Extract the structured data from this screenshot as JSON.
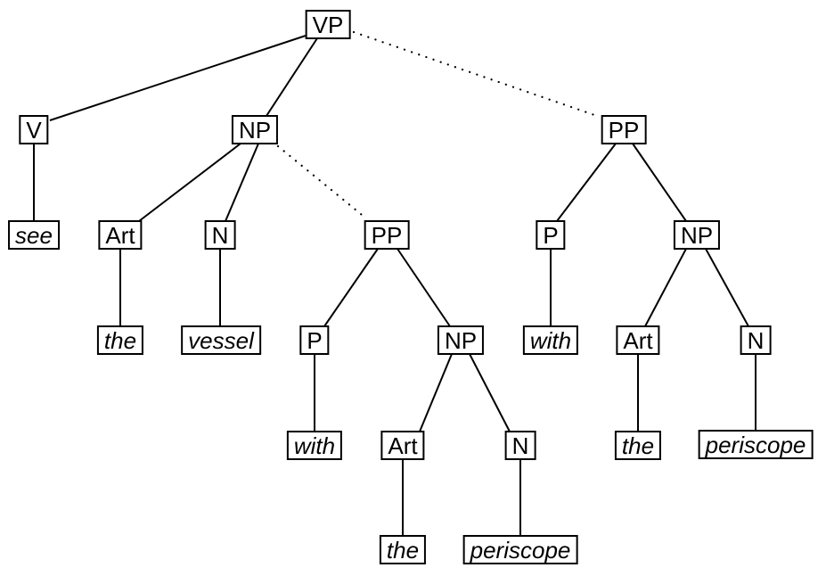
{
  "figure": {
    "kind": "syntax-parse-tree",
    "colors": {
      "background": "#ffffff",
      "line": "#000000",
      "text": "#000000",
      "box_border": "#000000",
      "box_fill": "#ffffff"
    }
  },
  "labels": {
    "vp": "VP",
    "v": "V",
    "see": "see",
    "np_object": "NP",
    "art_object": "Art",
    "the_object": "the",
    "n_object": "N",
    "vessel": "vessel",
    "pp_low": "PP",
    "p_low": "P",
    "with_low": "with",
    "np_low": "NP",
    "art_low": "Art",
    "the_low": "the",
    "n_low": "N",
    "periscope_low": "periscope",
    "pp_high": "PP",
    "p_high": "P",
    "with_high": "with",
    "np_high": "NP",
    "art_high": "Art",
    "the_high": "the",
    "n_high": "N",
    "periscope_high": "periscope"
  },
  "edges": [
    {
      "from": "vp",
      "to": "v",
      "style": "solid"
    },
    {
      "from": "vp",
      "to": "np_object",
      "style": "solid"
    },
    {
      "from": "vp",
      "to": "pp_high",
      "style": "dotted"
    },
    {
      "from": "v",
      "to": "see",
      "style": "solid"
    },
    {
      "from": "np_object",
      "to": "art_object",
      "style": "solid"
    },
    {
      "from": "np_object",
      "to": "n_object",
      "style": "solid"
    },
    {
      "from": "np_object",
      "to": "pp_low",
      "style": "dotted"
    },
    {
      "from": "art_object",
      "to": "the_object",
      "style": "solid"
    },
    {
      "from": "n_object",
      "to": "vessel",
      "style": "solid"
    },
    {
      "from": "pp_low",
      "to": "p_low",
      "style": "solid"
    },
    {
      "from": "pp_low",
      "to": "np_low",
      "style": "solid"
    },
    {
      "from": "p_low",
      "to": "with_low",
      "style": "solid"
    },
    {
      "from": "np_low",
      "to": "art_low",
      "style": "solid"
    },
    {
      "from": "np_low",
      "to": "n_low",
      "style": "solid"
    },
    {
      "from": "art_low",
      "to": "the_low",
      "style": "solid"
    },
    {
      "from": "n_low",
      "to": "periscope_low",
      "style": "solid"
    },
    {
      "from": "pp_high",
      "to": "p_high",
      "style": "solid"
    },
    {
      "from": "pp_high",
      "to": "np_high",
      "style": "solid"
    },
    {
      "from": "p_high",
      "to": "with_high",
      "style": "solid"
    },
    {
      "from": "np_high",
      "to": "art_high",
      "style": "solid"
    },
    {
      "from": "np_high",
      "to": "n_high",
      "style": "solid"
    },
    {
      "from": "art_high",
      "to": "the_high",
      "style": "solid"
    },
    {
      "from": "n_high",
      "to": "periscope_high",
      "style": "solid"
    }
  ]
}
